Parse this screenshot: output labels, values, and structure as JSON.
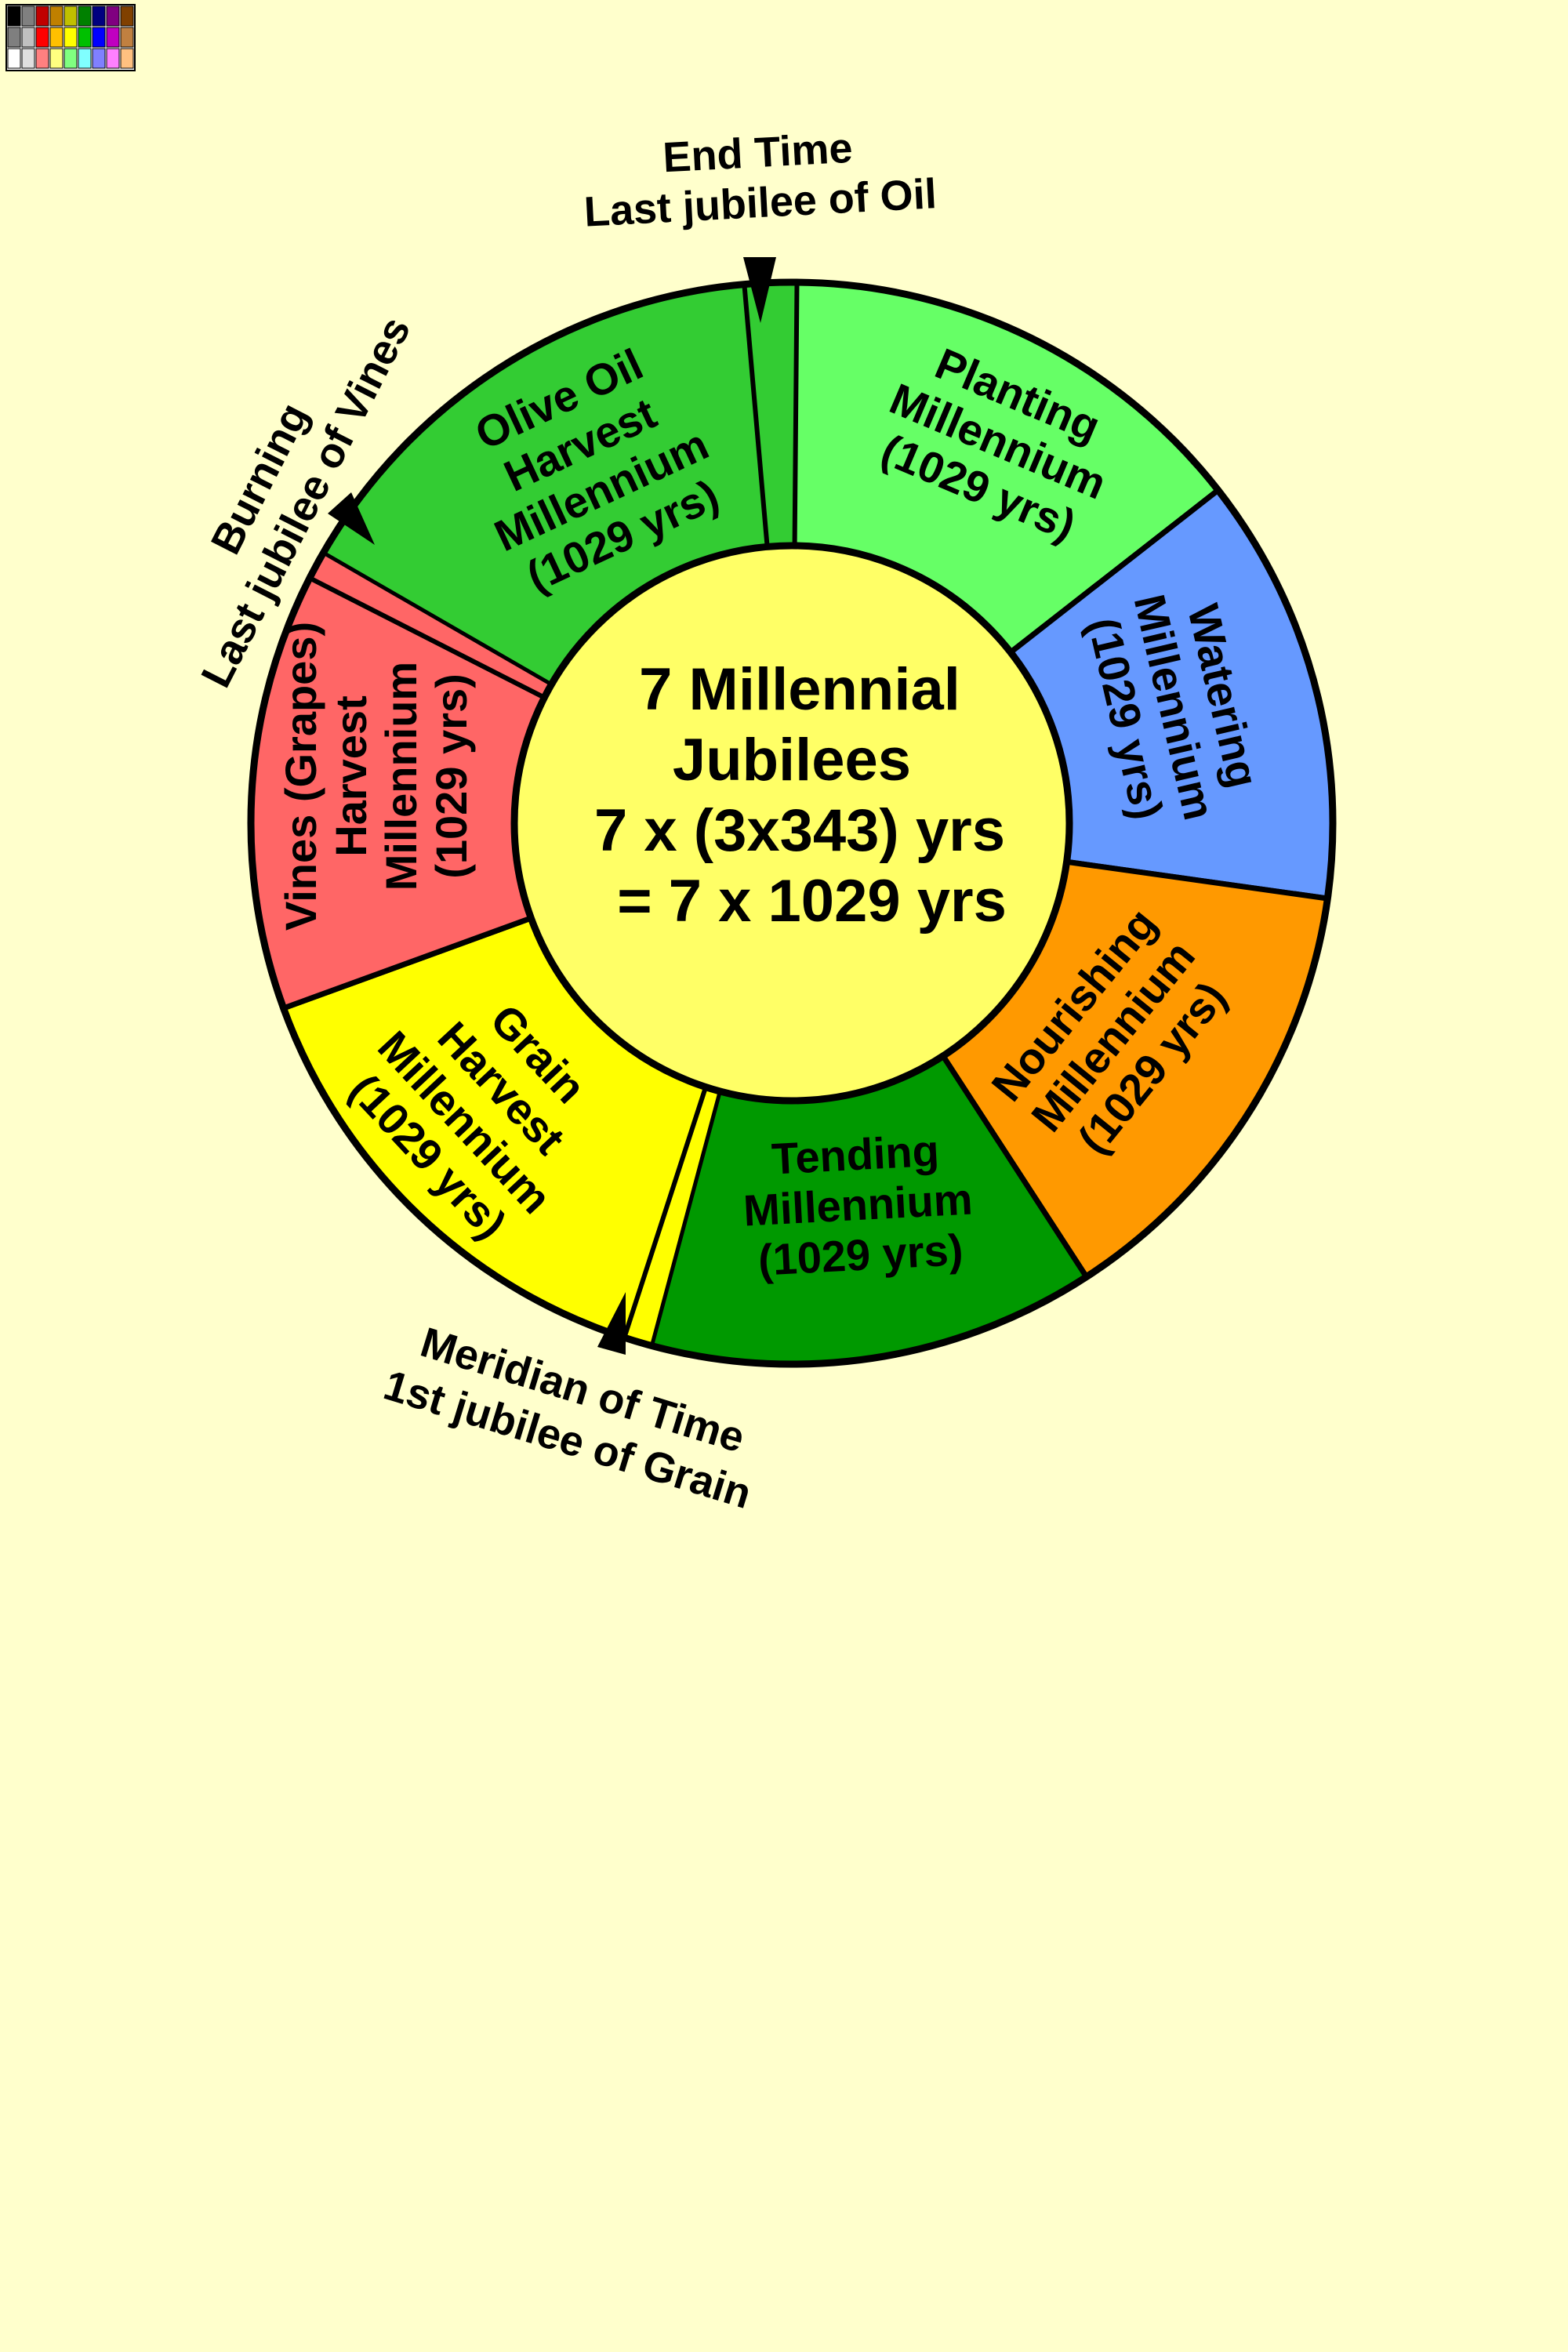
{
  "palette_swatches": [
    "#000000",
    "#808080",
    "#c00000",
    "#c08000",
    "#c0c000",
    "#008000",
    "#000080",
    "#800080",
    "#804000",
    "#7f7f7f",
    "#c0c0c0",
    "#ff0000",
    "#ffc000",
    "#ffff00",
    "#00c000",
    "#0000ff",
    "#c000c0",
    "#c08040",
    "#ffffff",
    "#e0e0e0",
    "#ff8080",
    "#ffff80",
    "#80ff80",
    "#80ffff",
    "#8080ff",
    "#ff80ff",
    "#ffc080"
  ],
  "diagram": {
    "center": {
      "lines": [
        "7 Millennial",
        "Jubilees",
        "7 x (3x343) yrs",
        " = 7 x 1029 yrs"
      ],
      "fill": "#ffff66"
    },
    "segments": [
      {
        "id": "planting",
        "lines": [
          "Planting",
          "Millennium",
          "(1029 yrs)"
        ],
        "fill": "#66ff66"
      },
      {
        "id": "watering",
        "lines": [
          "Watering",
          "Millennium",
          "(1029 yrs)"
        ],
        "fill": "#6699ff"
      },
      {
        "id": "nourishing",
        "lines": [
          "Nourishing",
          "Millennium",
          "(1029 yrs)"
        ],
        "fill": "#ff9900"
      },
      {
        "id": "tending",
        "lines": [
          "Tending",
          "Millennium",
          "(1029 yrs)"
        ],
        "fill": "#009900"
      },
      {
        "id": "grain",
        "lines": [
          "Grain",
          "Harvest",
          "Millennium",
          "(1029 yrs)"
        ],
        "fill": "#ffff00"
      },
      {
        "id": "vines",
        "lines": [
          "Vines (Grapes)",
          "Harvest",
          "Millennium",
          "(1029 yrs)"
        ],
        "fill": "#ff6666"
      },
      {
        "id": "olive",
        "lines": [
          "Olive Oil",
          "Harvest",
          "Millennium",
          "(1029 yrs)"
        ],
        "fill": "#33cc33"
      }
    ],
    "callouts": {
      "end_time": [
        "End Time",
        "Last jubilee of Oil"
      ],
      "burning": [
        "Burning",
        "Last jubilee of Vines"
      ],
      "meridian": [
        "Meridian of Time",
        "1st jubilee of Grain"
      ]
    }
  }
}
